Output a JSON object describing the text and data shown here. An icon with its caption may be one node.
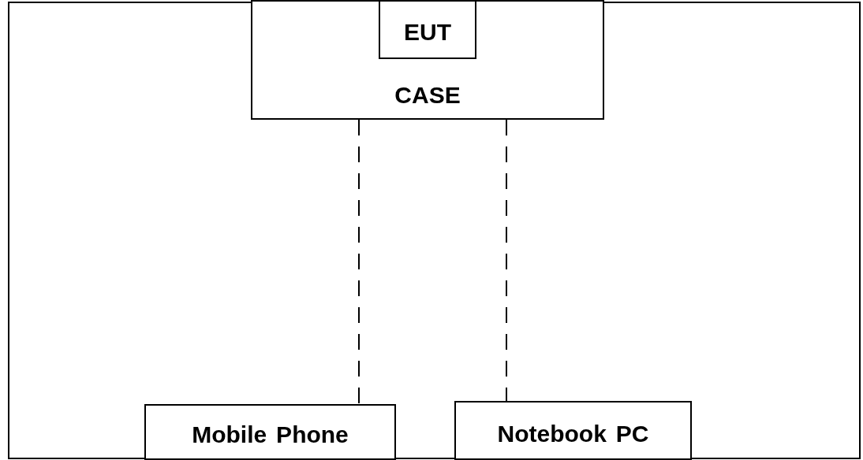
{
  "diagram": {
    "nodes": [
      {
        "text": [
          "CASE"
        ]
      },
      {
        "text": [
          "EUT"
        ],
        "in": 0
      },
      {
        "text": [
          "Mobile Phone"
        ]
      },
      {
        "text": [
          "Notebook PC"
        ]
      }
    ],
    "edges": [
      {
        "from": 0,
        "to": 2,
        "arrow": "none",
        "style": "dashed"
      },
      {
        "from": 0,
        "to": 3,
        "arrow": "none",
        "style": "dashed"
      }
    ]
  }
}
